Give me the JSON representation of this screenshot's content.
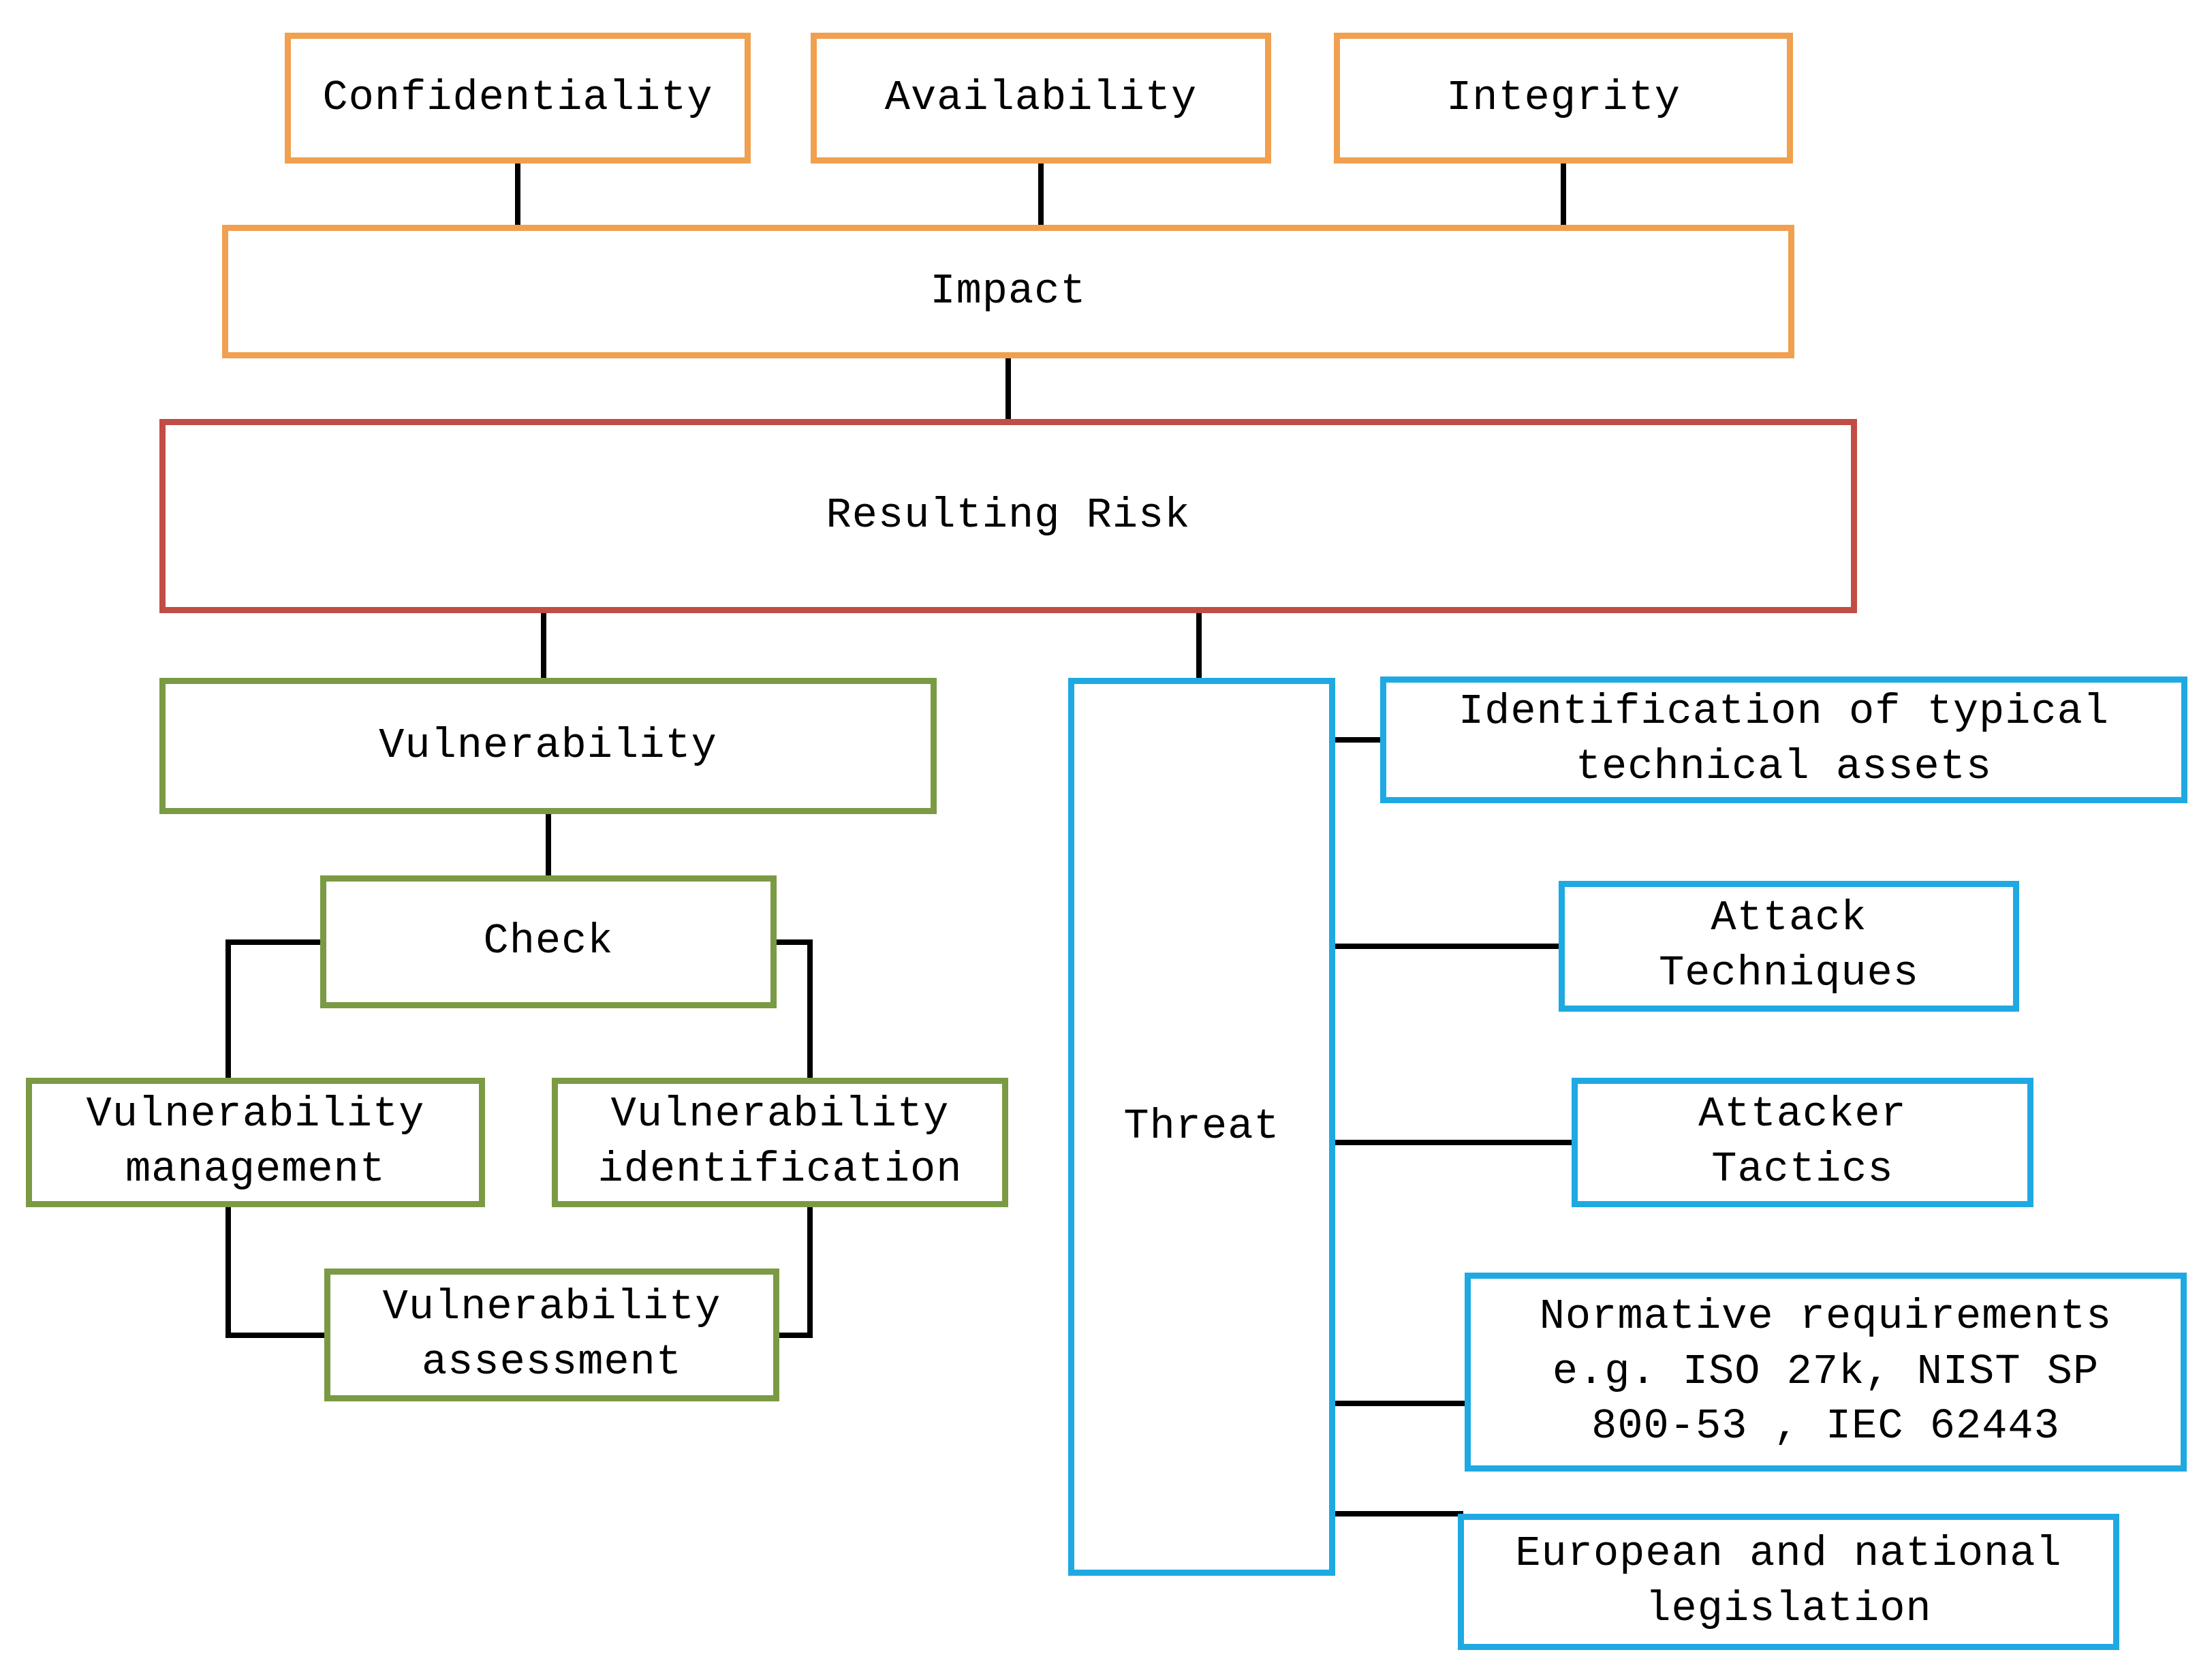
{
  "colors": {
    "orange": "#F0A04F",
    "red": "#C14D45",
    "green": "#7B9A44",
    "blue": "#1FA9E2",
    "connector": "#000000",
    "text": "#000000",
    "background": "#FFFFFF"
  },
  "nodes": {
    "confidentiality": {
      "label": "Confidentiality",
      "color": "orange"
    },
    "availability": {
      "label": "Availability",
      "color": "orange"
    },
    "integrity": {
      "label": "Integrity",
      "color": "orange"
    },
    "impact": {
      "label": "Impact",
      "color": "orange"
    },
    "resulting_risk": {
      "label": "Resulting Risk",
      "color": "red"
    },
    "vulnerability": {
      "label": "Vulnerability",
      "color": "green"
    },
    "check": {
      "label": "Check",
      "color": "green"
    },
    "vulnerability_management": {
      "label": "Vulnerability\nmanagement",
      "color": "green"
    },
    "vulnerability_identification": {
      "label": "Vulnerability\nidentification",
      "color": "green"
    },
    "vulnerability_assessment": {
      "label": "Vulnerability\nassessment",
      "color": "green"
    },
    "threat": {
      "label": "Threat",
      "color": "blue"
    },
    "identification_assets": {
      "label": "Identification of typical\ntechnical assets",
      "color": "blue"
    },
    "attack_techniques": {
      "label": "Attack\nTechniques",
      "color": "blue"
    },
    "attacker_tactics": {
      "label": "Attacker\nTactics",
      "color": "blue"
    },
    "normative_requirements": {
      "label": "Normative requirements\ne.g. ISO 27k, NIST SP\n800-53 , IEC 62443",
      "color": "blue"
    },
    "european_legislation": {
      "label": "European and national\nlegislation",
      "color": "blue"
    }
  },
  "edges": [
    {
      "from": "confidentiality",
      "to": "impact"
    },
    {
      "from": "availability",
      "to": "impact"
    },
    {
      "from": "integrity",
      "to": "impact"
    },
    {
      "from": "impact",
      "to": "resulting_risk"
    },
    {
      "from": "resulting_risk",
      "to": "vulnerability"
    },
    {
      "from": "resulting_risk",
      "to": "threat"
    },
    {
      "from": "vulnerability",
      "to": "check"
    },
    {
      "from": "check",
      "to": "vulnerability_management"
    },
    {
      "from": "check",
      "to": "vulnerability_identification"
    },
    {
      "from": "vulnerability_management",
      "to": "vulnerability_assessment"
    },
    {
      "from": "vulnerability_identification",
      "to": "vulnerability_assessment"
    },
    {
      "from": "threat",
      "to": "identification_assets"
    },
    {
      "from": "threat",
      "to": "attack_techniques"
    },
    {
      "from": "threat",
      "to": "attacker_tactics"
    },
    {
      "from": "threat",
      "to": "normative_requirements"
    },
    {
      "from": "threat",
      "to": "european_legislation"
    }
  ]
}
